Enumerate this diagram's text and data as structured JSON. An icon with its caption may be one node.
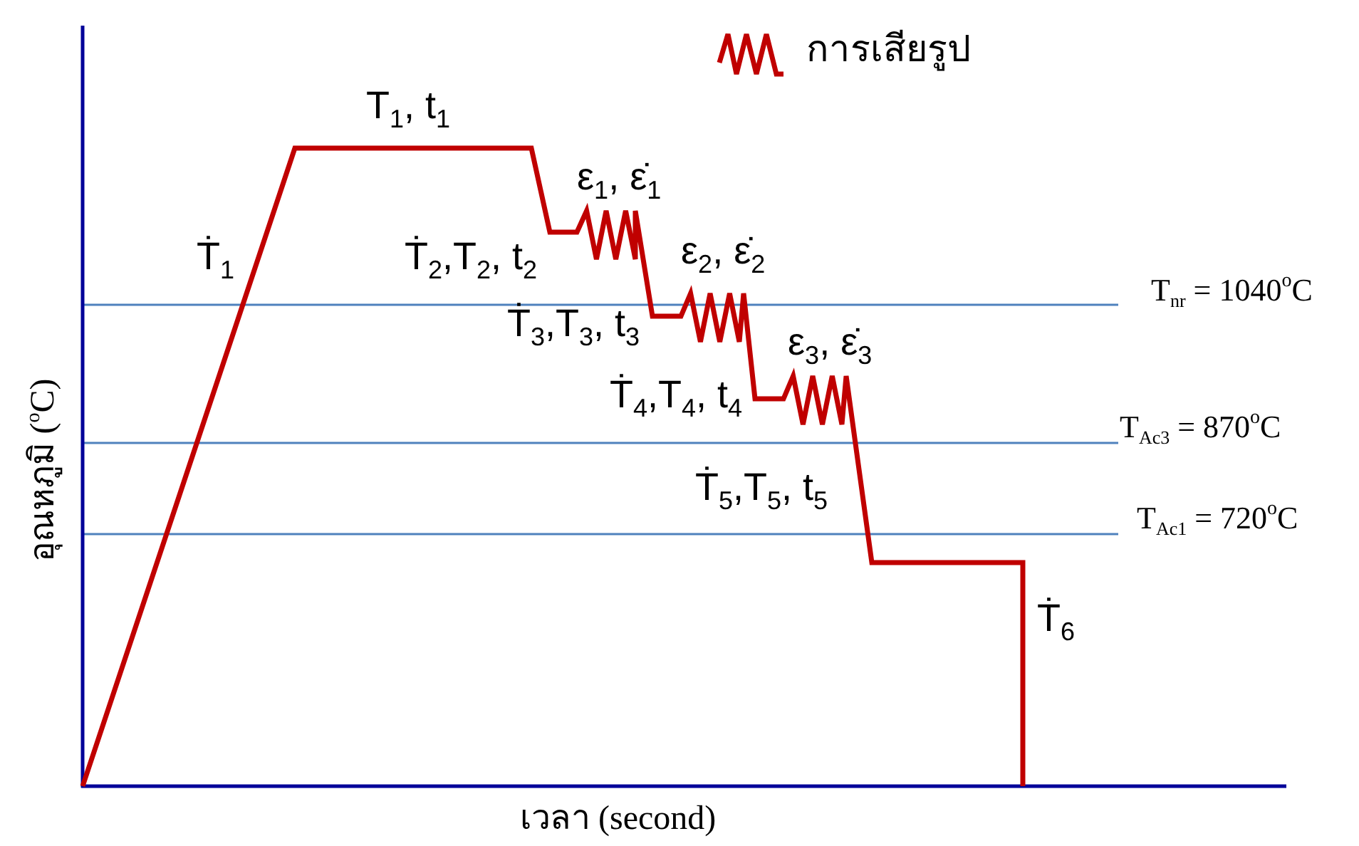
{
  "diagram": {
    "labels": [
      "T$_{1}$, t$_{1}$",
      "ε$_{1}$, ε̇$_{1}$",
      "Ṫ$_{1}$",
      "Ṫ$_{2}$,T$_{2}$, t$_{2}$",
      "ε$_{2}$, ε̇$_{2}$",
      "T$_{nr}$ = 1040$^{o}$C",
      "Ṫ$_{3}$,T$_{3}$, t$_{3}$",
      "ε$_{3}$, ε̇$_{3}$",
      "Ṫ$_{4}$,T$_{4}$, t$_{4}$",
      "T$_{Ac3}$ = 870$^{o}$C",
      "อุณหภูมิ ($^{o}$C)",
      "Ṫ$_{5}$,T$_{5}$, t$_{5}$",
      "T$_{Ac1}$ = 720$^{o}$C",
      "Ṫ$_{6}$",
      "เวลา (second)"
    ],
    "legend": [
      {
        "text": "การเสียรูป"
      }
    ]
  }
}
